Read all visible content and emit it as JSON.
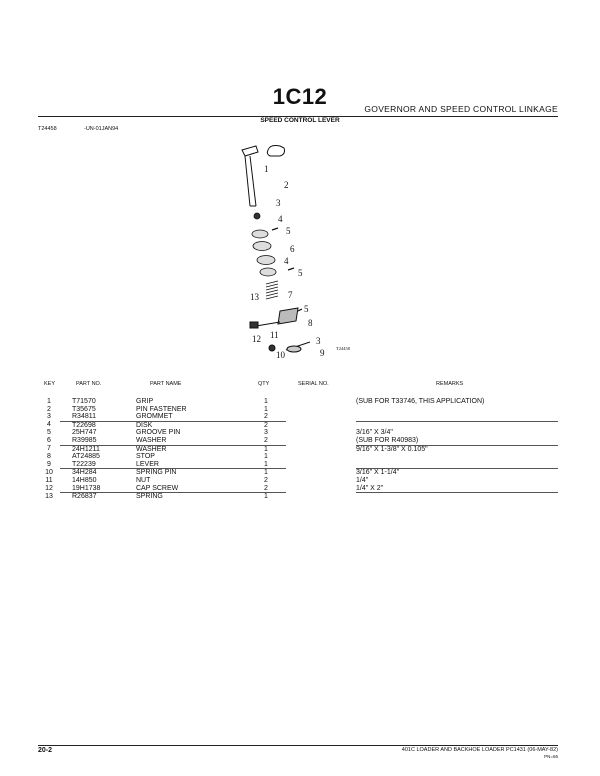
{
  "header": {
    "page_number": "1C12",
    "section_title": "GOVERNOR AND SPEED CONTROL LINKAGE",
    "figure_title": "SPEED CONTROL LEVER",
    "figure_id": "T24458",
    "figure_date": "-UN-01JAN94"
  },
  "diagram": {
    "callouts": [
      "1",
      "2",
      "3",
      "4",
      "5",
      "6",
      "4",
      "5",
      "13",
      "7",
      "5",
      "8",
      "11",
      "12",
      "10",
      "3",
      "9"
    ],
    "stamp": "T24458"
  },
  "table": {
    "headers": [
      "KEY",
      "PART NO.",
      "PART NAME",
      "QTY",
      "SERIAL NO.",
      "REMARKS"
    ],
    "rows": [
      {
        "key": "1",
        "part": "T71570",
        "name": "GRIP",
        "qty": "1",
        "serial": "",
        "remarks": "(SUB FOR T33746, THIS APPLICATION)"
      },
      {
        "key": "2",
        "part": "T35675",
        "name": "PIN FASTENER",
        "qty": "1",
        "serial": "",
        "remarks": ""
      },
      {
        "key": "3",
        "part": "R34811",
        "name": "GROMMET",
        "qty": "2",
        "serial": "",
        "remarks": ""
      },
      {
        "key": "4",
        "part": "T22698",
        "name": "DISK",
        "qty": "2",
        "serial": "",
        "remarks": ""
      },
      {
        "key": "5",
        "part": "25H747",
        "name": "GROOVE PIN",
        "qty": "3",
        "serial": "",
        "remarks": "3/16\" X 3/4\""
      },
      {
        "key": "6",
        "part": "R39985",
        "name": "WASHER",
        "qty": "2",
        "serial": "",
        "remarks": "(SUB FOR R40983)"
      },
      {
        "key": "7",
        "part": "24H1211",
        "name": "WASHER",
        "qty": "1",
        "serial": "",
        "remarks": "9/16\" X 1-3/8\" X 0.105\""
      },
      {
        "key": "8",
        "part": "AT24885",
        "name": "STOP",
        "qty": "1",
        "serial": "",
        "remarks": ""
      },
      {
        "key": "9",
        "part": "T22239",
        "name": "LEVER",
        "qty": "1",
        "serial": "",
        "remarks": ""
      },
      {
        "key": "10",
        "part": "34H284",
        "name": "SPRING PIN",
        "qty": "1",
        "serial": "",
        "remarks": "3/16\" X 1-1/4\""
      },
      {
        "key": "11",
        "part": "14H850",
        "name": "NUT",
        "qty": "2",
        "serial": "",
        "remarks": "1/4\""
      },
      {
        "key": "12",
        "part": "19H1738",
        "name": "CAP SCREW",
        "qty": "2",
        "serial": "",
        "remarks": "1/4\" X 2\""
      },
      {
        "key": "13",
        "part": "R26837",
        "name": "SPRING",
        "qty": "1",
        "serial": "",
        "remarks": ""
      }
    ]
  },
  "footer": {
    "page": "20-2",
    "text": "401C LOADER AND BACKHOE LOADER   PC1431   (06-MAY-82)",
    "pn": "PN=66"
  }
}
